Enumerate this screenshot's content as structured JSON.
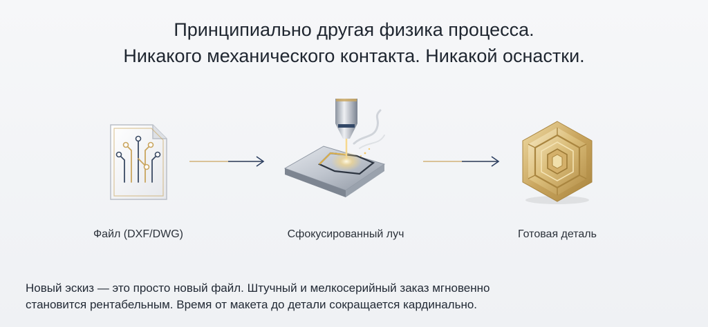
{
  "heading": {
    "line1": "Принципиально другая физика процесса.",
    "line2": "Никакого механического контакта. Никакой оснастки."
  },
  "steps": [
    {
      "label": "Файл (DXF/DWG)",
      "icon": "document-circuit-icon"
    },
    {
      "label": "Сфокусированный луч",
      "icon": "laser-cutting-icon"
    },
    {
      "label": "Готовая деталь",
      "icon": "gold-hexagon-part-icon"
    }
  ],
  "description": {
    "line1": "Новый эскиз — это просто новый файл. Штучный и мелкосерийный заказ мгновенно",
    "line2": "становится рентабельным. Время от макета до детали сокращается кардинально."
  },
  "colors": {
    "accent_gold": "#c9a55e",
    "arrow_blue": "#2b3e60",
    "text": "#1f2630"
  }
}
